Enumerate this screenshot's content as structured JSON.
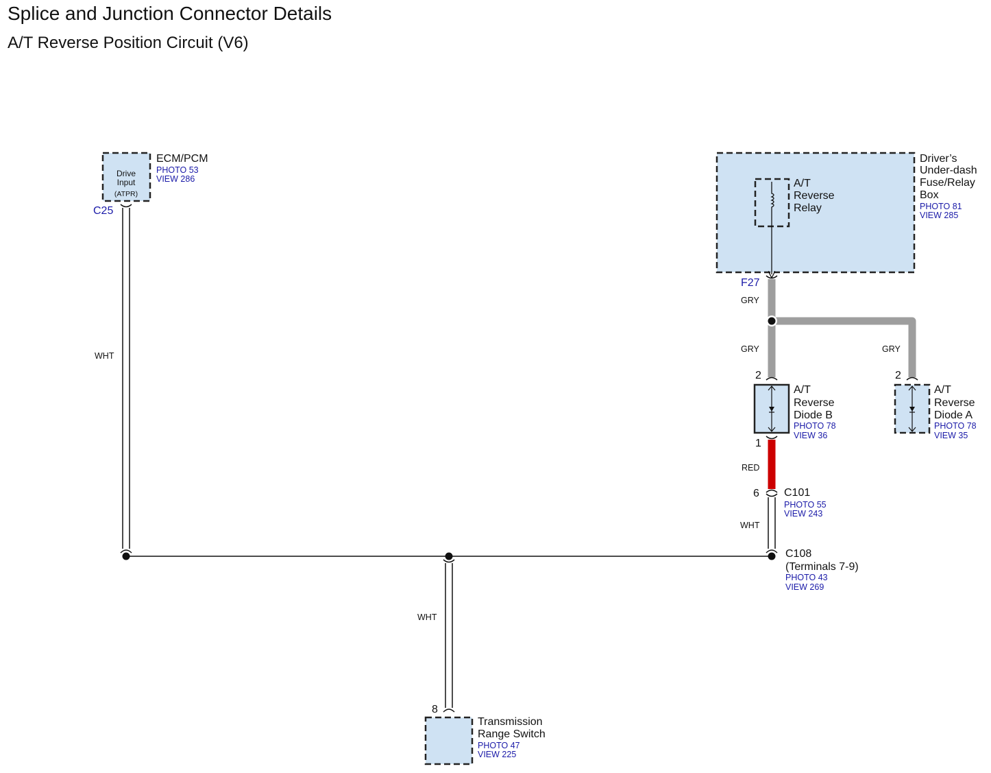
{
  "header": {
    "title": "Splice and Junction Connector Details",
    "subtitle": "A/T Reverse Position Circuit (V6)"
  },
  "colors": {
    "component_fill": "#cfe2f3",
    "reference_text": "#1a1aa8",
    "wire_gry": "#9e9e9e",
    "wire_red": "#cc0000"
  },
  "components": {
    "ecm": {
      "name": "ECM/PCM",
      "inner": [
        "Drive",
        "Input",
        "(ATPR)"
      ],
      "photo": "PHOTO 53",
      "view": "VIEW 286",
      "connector": "C25"
    },
    "fuse_box": {
      "name": [
        "Driver’s",
        "Under-dash",
        "Fuse/Relay",
        "Box"
      ],
      "photo": "PHOTO 81",
      "view": "VIEW 285",
      "connector": "F27"
    },
    "relay": {
      "name": [
        "A/T",
        "Reverse",
        "Relay"
      ]
    },
    "diode_b": {
      "name": [
        "A/T",
        "Reverse",
        "Diode B"
      ],
      "photo": "PHOTO 78",
      "view": "VIEW 36",
      "pin_top": "2",
      "pin_bottom": "1"
    },
    "diode_a": {
      "name": [
        "A/T",
        "Reverse",
        "Diode A"
      ],
      "photo": "PHOTO 78",
      "view": "VIEW 35",
      "pin_top": "2"
    },
    "c101": {
      "name": "C101",
      "photo": "PHOTO 55",
      "view": "VIEW 243",
      "pin": "6"
    },
    "c108": {
      "name": [
        "C108",
        "(Terminals 7-9)"
      ],
      "photo": "PHOTO 43",
      "view": "VIEW 269"
    },
    "trs": {
      "name": [
        "Transmission",
        "Range Switch"
      ],
      "photo": "PHOTO 47",
      "view": "VIEW 225",
      "pin": "8"
    }
  },
  "wires": {
    "ecm_down": "WHT",
    "f27_down": "GRY",
    "to_diode_b": "GRY",
    "to_diode_a": "GRY",
    "diode_b_to_c101": "RED",
    "c101_to_c108": "WHT",
    "to_trs": "WHT"
  }
}
